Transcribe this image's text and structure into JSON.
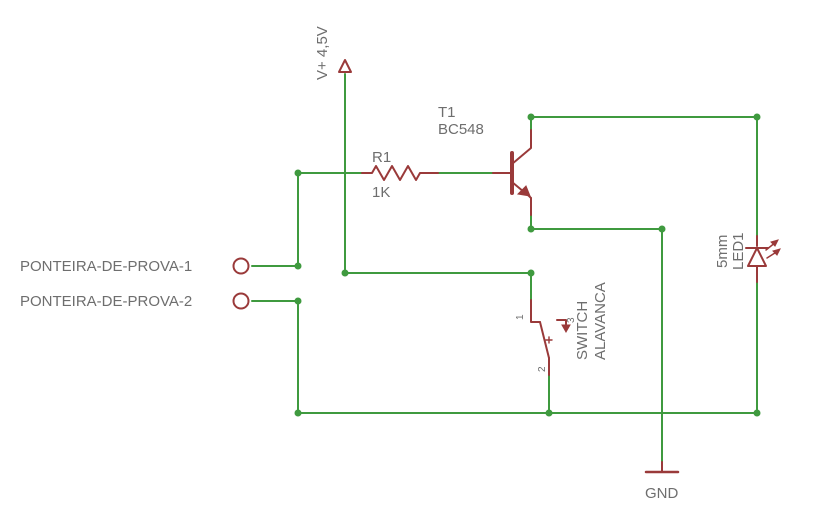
{
  "supply": {
    "label": "V+ 4,5V"
  },
  "transistor": {
    "name": "T1",
    "value": "BC548"
  },
  "resistor": {
    "name": "R1",
    "value": "1K"
  },
  "probes": [
    {
      "label": "PONTEIRA-DE-PROVA-1"
    },
    {
      "label": "PONTEIRA-DE-PROVA-2"
    }
  ],
  "switch": {
    "name": "SWITCH",
    "value": "ALAVANCA",
    "pins": [
      "1",
      "2",
      "3"
    ]
  },
  "led": {
    "name": "LED1",
    "value": "5mm"
  },
  "ground": {
    "label": "GND"
  },
  "colors": {
    "wire": "#3f9a3f",
    "part": "#9a3a3a",
    "text": "#6e6e6e"
  }
}
